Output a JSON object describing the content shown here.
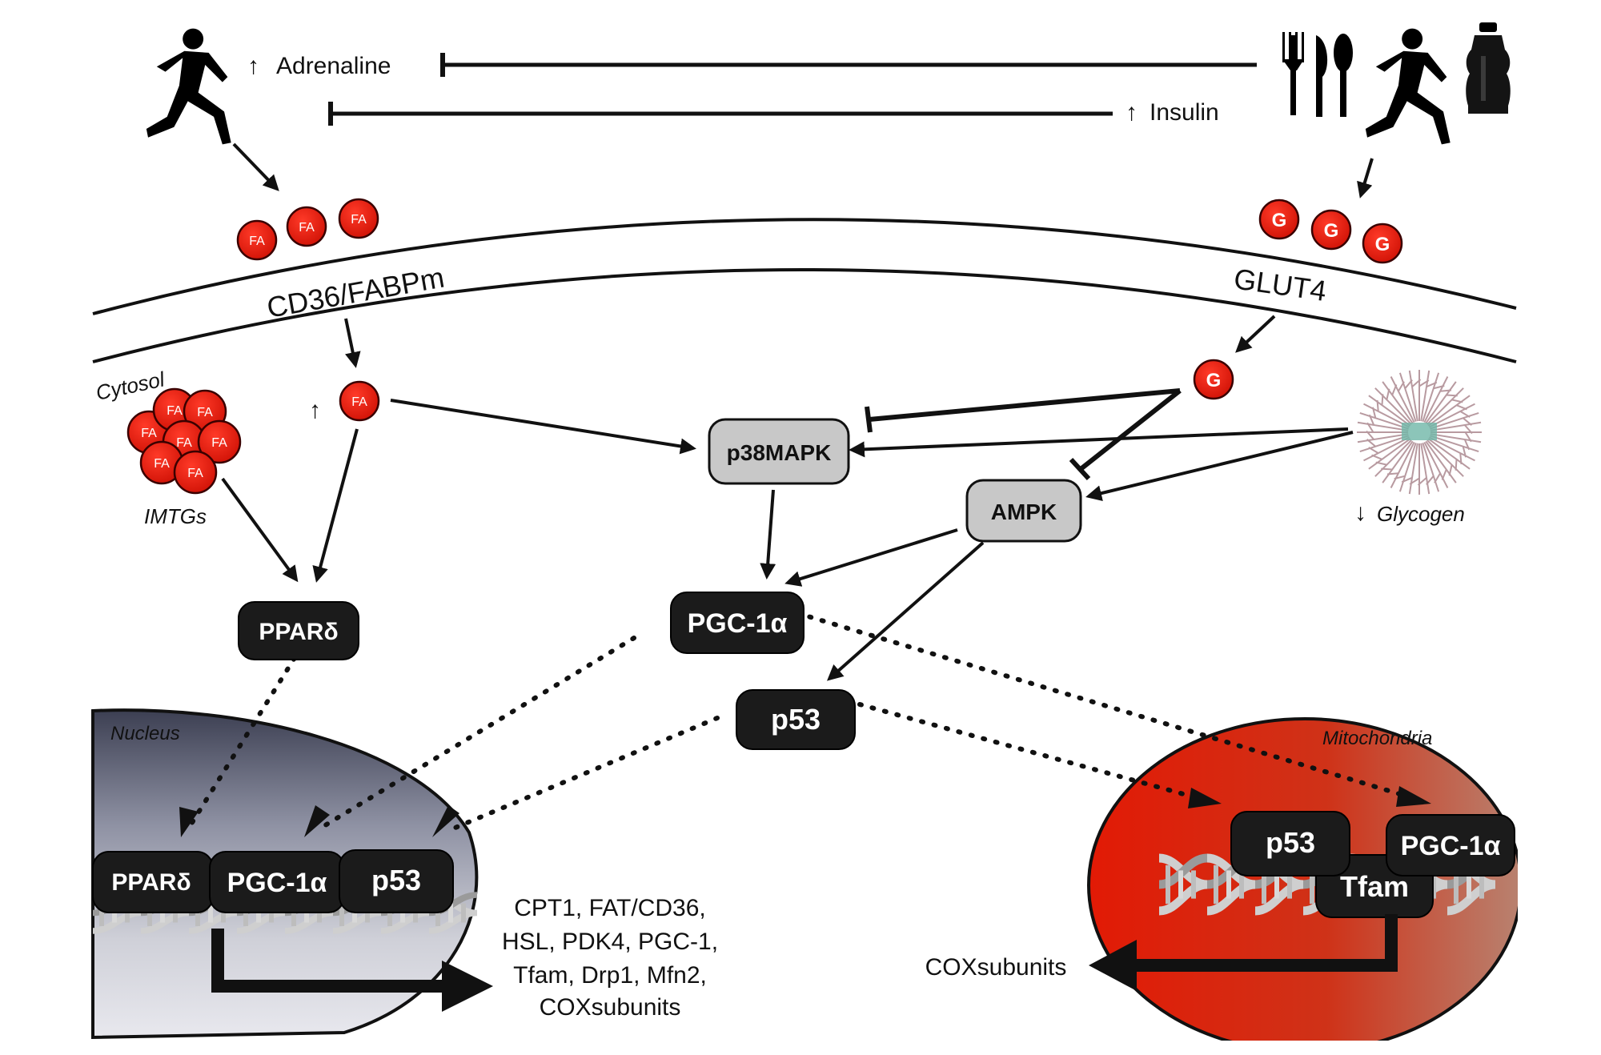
{
  "signals": {
    "adrenaline": "Adrenaline",
    "insulin": "Insulin"
  },
  "membrane": {
    "fa_transporter": "CD36/FABPm",
    "glucose_transporter": "GLUT4"
  },
  "compartments": {
    "cytosol": "Cytosol",
    "nucleus": "Nucleus",
    "mitochondria": "Mitochondria"
  },
  "molecules": {
    "fatty_acid": "FA",
    "glucose": "G",
    "imtgs": "IMTGs",
    "glycogen": "Glycogen"
  },
  "nodes": {
    "p38mapk": "p38MAPK",
    "ampk": "AMPK",
    "ppard": "PPARδ",
    "pgc1a": "PGC-1α",
    "p53": "p53",
    "tfam": "Tfam"
  },
  "nuclear_complex": {
    "ppard": "PPARδ",
    "pgc1a": "PGC-1α",
    "p53": "p53"
  },
  "mito_complex": {
    "p53": "p53",
    "pgc1a": "PGC-1α",
    "tfam": "Tfam"
  },
  "nuclear_targets": [
    "CPT1, FAT/CD36,",
    "HSL, PDK4, PGC-1,",
    "Tfam, Drp1, Mfn2,",
    "COXsubunits"
  ],
  "mito_targets": "COXsubunits",
  "icons": {
    "runner_left": "runner-icon",
    "runner_right": "runner-icon",
    "cutlery": "cutlery-icon",
    "bottle": "water-bottle-icon",
    "glycogen": "glycogen-granule-icon",
    "dna": "dna-helix-icon"
  },
  "colors": {
    "molecule_red": "#e01b10",
    "node_dark": "#1b1b1b",
    "node_light": "#c8c8c8",
    "nucleus_fill": "#7a7d8c",
    "mito_fill": "#d42a12"
  }
}
